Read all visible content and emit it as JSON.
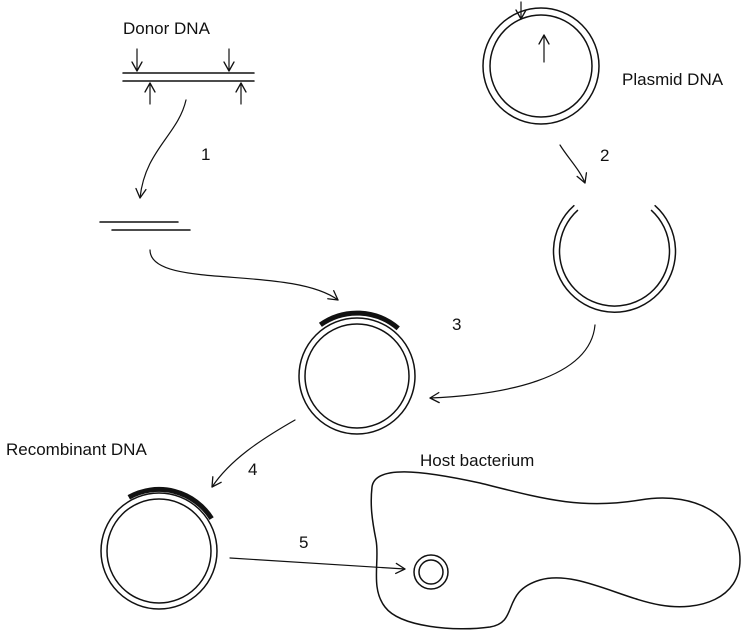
{
  "labels": {
    "donor_dna": "Donor DNA",
    "plasmid_dna": "Plasmid DNA",
    "recombinant_dna": "Recombinant DNA",
    "host_bacterium": "Host bacterium"
  },
  "steps": [
    "1",
    "2",
    "3",
    "4",
    "5"
  ]
}
